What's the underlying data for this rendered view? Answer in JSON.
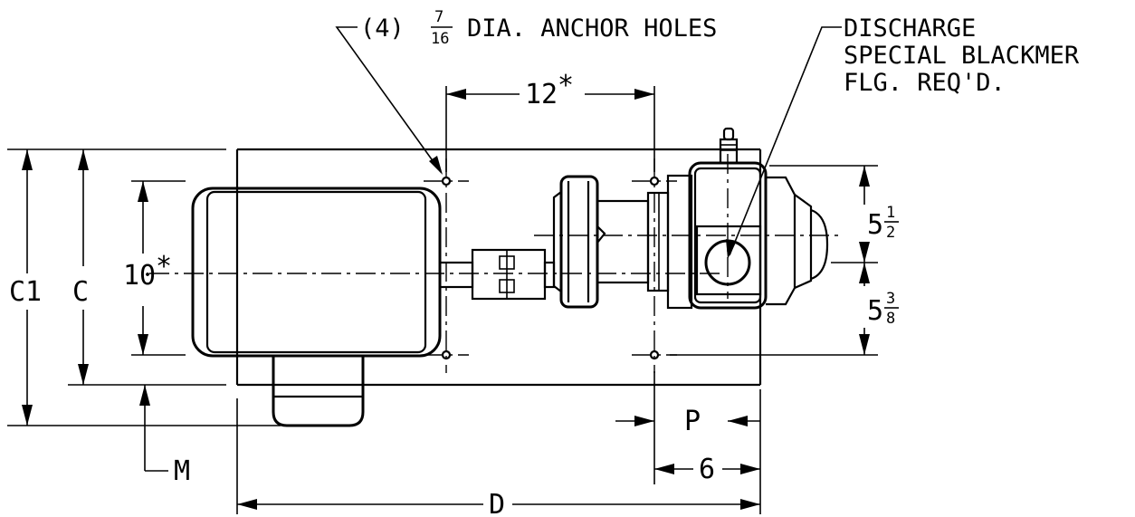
{
  "labels": {
    "anchor_qty": "(4)",
    "anchor_num": "7",
    "anchor_den": "16",
    "anchor_text": "DIA. ANCHOR HOLES",
    "discharge_line1": "DISCHARGE",
    "discharge_line2": "SPECIAL BLACKMER",
    "discharge_line3": "FLG. REQ'D.",
    "dim_12": "12",
    "dim_10": "10",
    "star": "*",
    "dim_c1": "C1",
    "dim_c": "C",
    "dim_m": "M",
    "dim_p": "P",
    "dim_6": "6",
    "dim_d": "D",
    "dim_5_half_whole": "5",
    "dim_5_half_num": "1",
    "dim_5_half_den": "2",
    "dim_5_3_8_whole": "5",
    "dim_5_3_8_num": "3",
    "dim_5_3_8_den": "8"
  }
}
